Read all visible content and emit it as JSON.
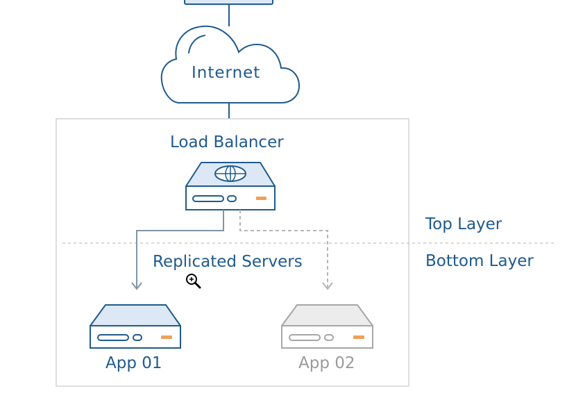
{
  "internet": {
    "label": "Internet"
  },
  "load_balancer": {
    "label": "Load Balancer",
    "icon": "globe-icon"
  },
  "replicated": {
    "label": "Replicated Servers"
  },
  "layers": {
    "top": "Top Layer",
    "bottom": "Bottom Layer"
  },
  "servers": [
    {
      "label": "App 01",
      "state": "active"
    },
    {
      "label": "App 02",
      "state": "inactive"
    }
  ],
  "colors": {
    "primary": "#1e5a8e",
    "fill": "#dce8f5",
    "inactive": "#a6a6a6",
    "inactive_fill": "#ececec",
    "accent": "#f0a05a"
  }
}
